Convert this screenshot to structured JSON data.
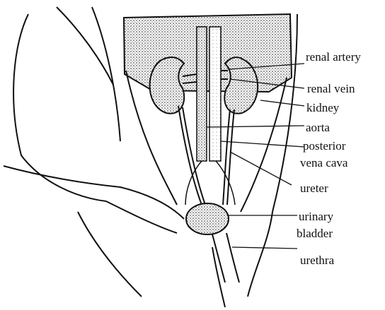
{
  "labels": {
    "renal_artery": "renal artery",
    "renal_vein": "renal vein",
    "kidney": "kidney",
    "aorta": "aorta",
    "posterior_vena_cava_line1": "posterior",
    "posterior_vena_cava_line2": "vena cava",
    "ureter": "ureter",
    "urinary_bladder_line1": "urinary",
    "urinary_bladder_line2": "bladder",
    "urethra": "urethra"
  },
  "colors": {
    "ink": "#111111",
    "background": "#ffffff"
  }
}
